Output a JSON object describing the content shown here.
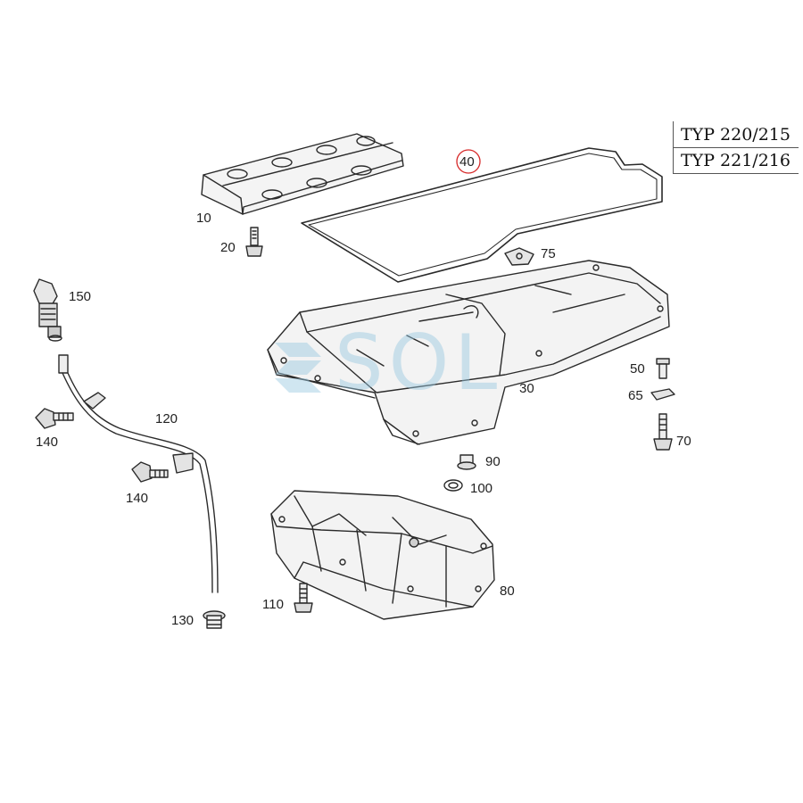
{
  "header": {
    "typ_lines": [
      "TYP 220/215",
      "TYP 221/216"
    ]
  },
  "watermark": {
    "text": "SOL",
    "icon": "sol-logo-icon",
    "color": "#96c8e1"
  },
  "highlight": {
    "part": "40",
    "ring_color": "#d62828"
  },
  "parts": [
    {
      "id": "10",
      "label": "10",
      "component": "baffle-plate"
    },
    {
      "id": "20",
      "label": "20",
      "component": "bolt"
    },
    {
      "id": "40",
      "label": "40",
      "component": "oil-pan-gasket"
    },
    {
      "id": "75",
      "label": "75",
      "component": "clip"
    },
    {
      "id": "150",
      "label": "150",
      "component": "oil-level-sensor"
    },
    {
      "id": "30",
      "label": "30",
      "component": "upper-oil-pan"
    },
    {
      "id": "50",
      "label": "50",
      "component": "bolt"
    },
    {
      "id": "65",
      "label": "65",
      "component": "washer-plate"
    },
    {
      "id": "70",
      "label": "70",
      "component": "stud-bolt"
    },
    {
      "id": "140a",
      "label": "140",
      "component": "bolt"
    },
    {
      "id": "120",
      "label": "120",
      "component": "dipstick-tube"
    },
    {
      "id": "140b",
      "label": "140",
      "component": "bolt"
    },
    {
      "id": "90",
      "label": "90",
      "component": "drain-plug"
    },
    {
      "id": "100",
      "label": "100",
      "component": "seal-ring"
    },
    {
      "id": "80",
      "label": "80",
      "component": "lower-oil-pan"
    },
    {
      "id": "110",
      "label": "110",
      "component": "bolt"
    },
    {
      "id": "130",
      "label": "130",
      "component": "plug"
    }
  ]
}
